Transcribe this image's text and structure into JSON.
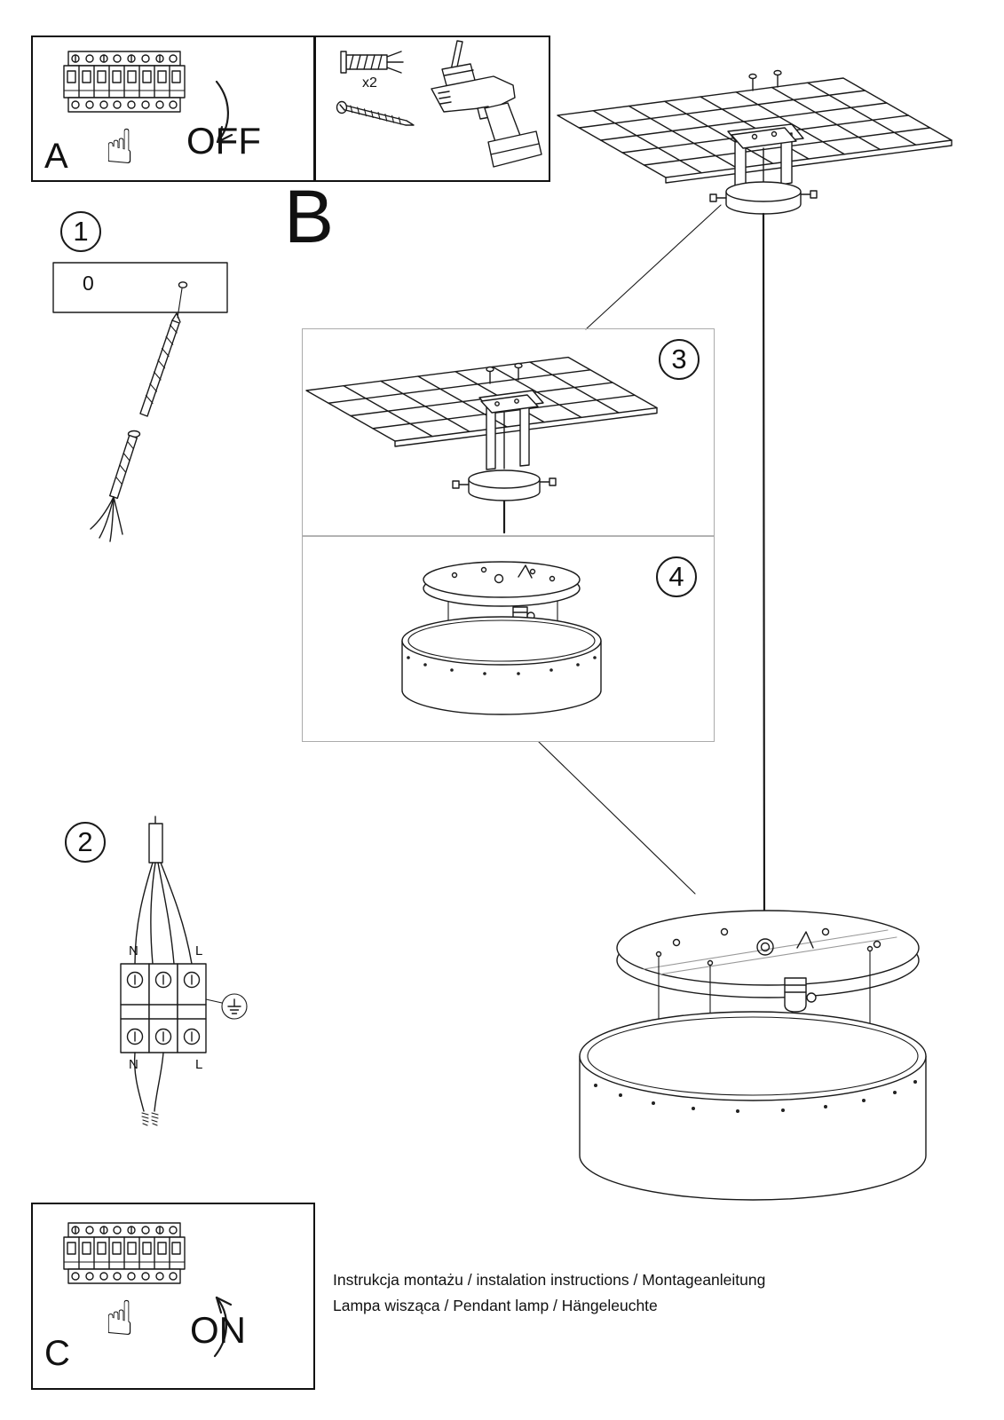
{
  "colors": {
    "line": "#1a1a1a",
    "light_line": "#ababab",
    "background": "#ffffff"
  },
  "icons": {
    "hand": "☝"
  },
  "panel_a": {
    "label": "A",
    "state": "OFF"
  },
  "tools": {
    "count_label": "x2"
  },
  "section_b_label": "B",
  "steps": {
    "s1": "1",
    "s2": "2",
    "s3": "3",
    "s4": "4"
  },
  "step1": {
    "plate_mark": "0"
  },
  "wiring": {
    "n_top": "N",
    "l_top": "L",
    "n_bottom": "N",
    "l_bottom": "L"
  },
  "panel_c": {
    "label": "C",
    "state": "ON"
  },
  "footer": {
    "line1": "Instrukcja montażu / instalation instructions / Montageanleitung",
    "line2": "Lampa wisząca / Pendant lamp / Hängeleuchte"
  }
}
